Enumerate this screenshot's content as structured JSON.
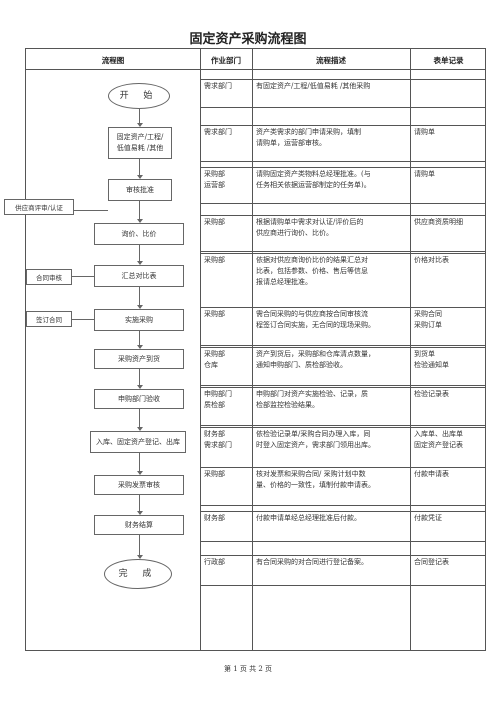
{
  "title": "固定资产采购流程图",
  "headers": {
    "flow": "流程图",
    "dept": "作业部门",
    "desc": "流程描述",
    "records": "表单记录"
  },
  "flow_nodes": {
    "start": "开 始",
    "n1": [
      "固定资产/工程/",
      "低值易耗 /其他"
    ],
    "n2": "审核批准",
    "n3": "询价、比价",
    "n4": "汇总对比表",
    "n5": "实施采购",
    "n6": "采购资产到货",
    "n7": "申购部门验收",
    "n8": "入库、固定资产登记、出库",
    "n9": "采购发票审核",
    "n10": "财务结算",
    "end": "完 成"
  },
  "side_nodes": {
    "supplier": "供应商评审/认证",
    "contract_review": "合同审核",
    "contract_sign": "签订合同"
  },
  "rows": [
    {
      "dept": [
        "需求部门"
      ],
      "desc": [
        "有固定资产/工程/低值易耗 /其他采购"
      ],
      "records": []
    },
    {
      "dept": [
        "需求部门"
      ],
      "desc": [
        "资产类需求的部门申请采购，填制",
        "请购单，运营部审核。"
      ],
      "records": [
        "请购单"
      ]
    },
    {
      "dept": [
        "采购部",
        "运营部"
      ],
      "desc": [
        "请购固定资产类物料总经理批准。(与",
        "任务相关依据运营部制定的任务单)。"
      ],
      "records": [
        "请购单"
      ]
    },
    {
      "dept": [
        "采购部"
      ],
      "desc": [
        "根据请购单中需求对认证/评价后的",
        "供应商进行询价、比价。"
      ],
      "records": [
        "供应商资质明细"
      ]
    },
    {
      "dept": [
        "采购部"
      ],
      "desc": [
        "依据对供应商询价比价的结果汇总对",
        "比表，包括参数、价格、售后等信息",
        "报请总经理批准。"
      ],
      "records": [
        "价格对比表"
      ]
    },
    {
      "dept": [
        "采购部"
      ],
      "desc": [
        "需合同采购的与供应商按合同审核流",
        "程签订合同实施，无合同的现场采购。"
      ],
      "records": [
        "采购合同",
        "采购订单"
      ]
    },
    {
      "dept": [
        "采购部",
        "仓库"
      ],
      "desc": [
        "资产到货后，采购部和仓库清点数量，",
        "通知申购部门、质检部验收。"
      ],
      "records": [
        "到货单",
        "检验通知单"
      ]
    },
    {
      "dept": [
        "申购部门",
        "质检部"
      ],
      "desc": [
        "申购部门对资产实施检验、记录，质",
        "检部监控检验结果。"
      ],
      "records": [
        "检验记录表"
      ]
    },
    {
      "dept": [
        "财务部",
        "需求部门"
      ],
      "desc": [
        "依检验记录单/采购合同办理入库，同",
        "时登入固定资产，需求部门领用出库。"
      ],
      "records": [
        "入库单、出库单",
        "固定资产登记表"
      ]
    },
    {
      "dept": [
        "采购部"
      ],
      "desc": [
        "核对发票和采购合同/ 采购计划中数",
        "量、价格的一致性，填制付款申请表。"
      ],
      "records": [
        "付款申请表"
      ]
    },
    {
      "dept": [
        "财务部"
      ],
      "desc": [
        "付款申请单经总经理批准后付款。"
      ],
      "records": [
        "付款凭证"
      ]
    },
    {
      "dept": [
        "行政部"
      ],
      "desc": [
        "有合同采购的对合同进行登记备案。"
      ],
      "records": [
        "合同登记表"
      ]
    }
  ],
  "footer": "第 1 页    共 2 页"
}
